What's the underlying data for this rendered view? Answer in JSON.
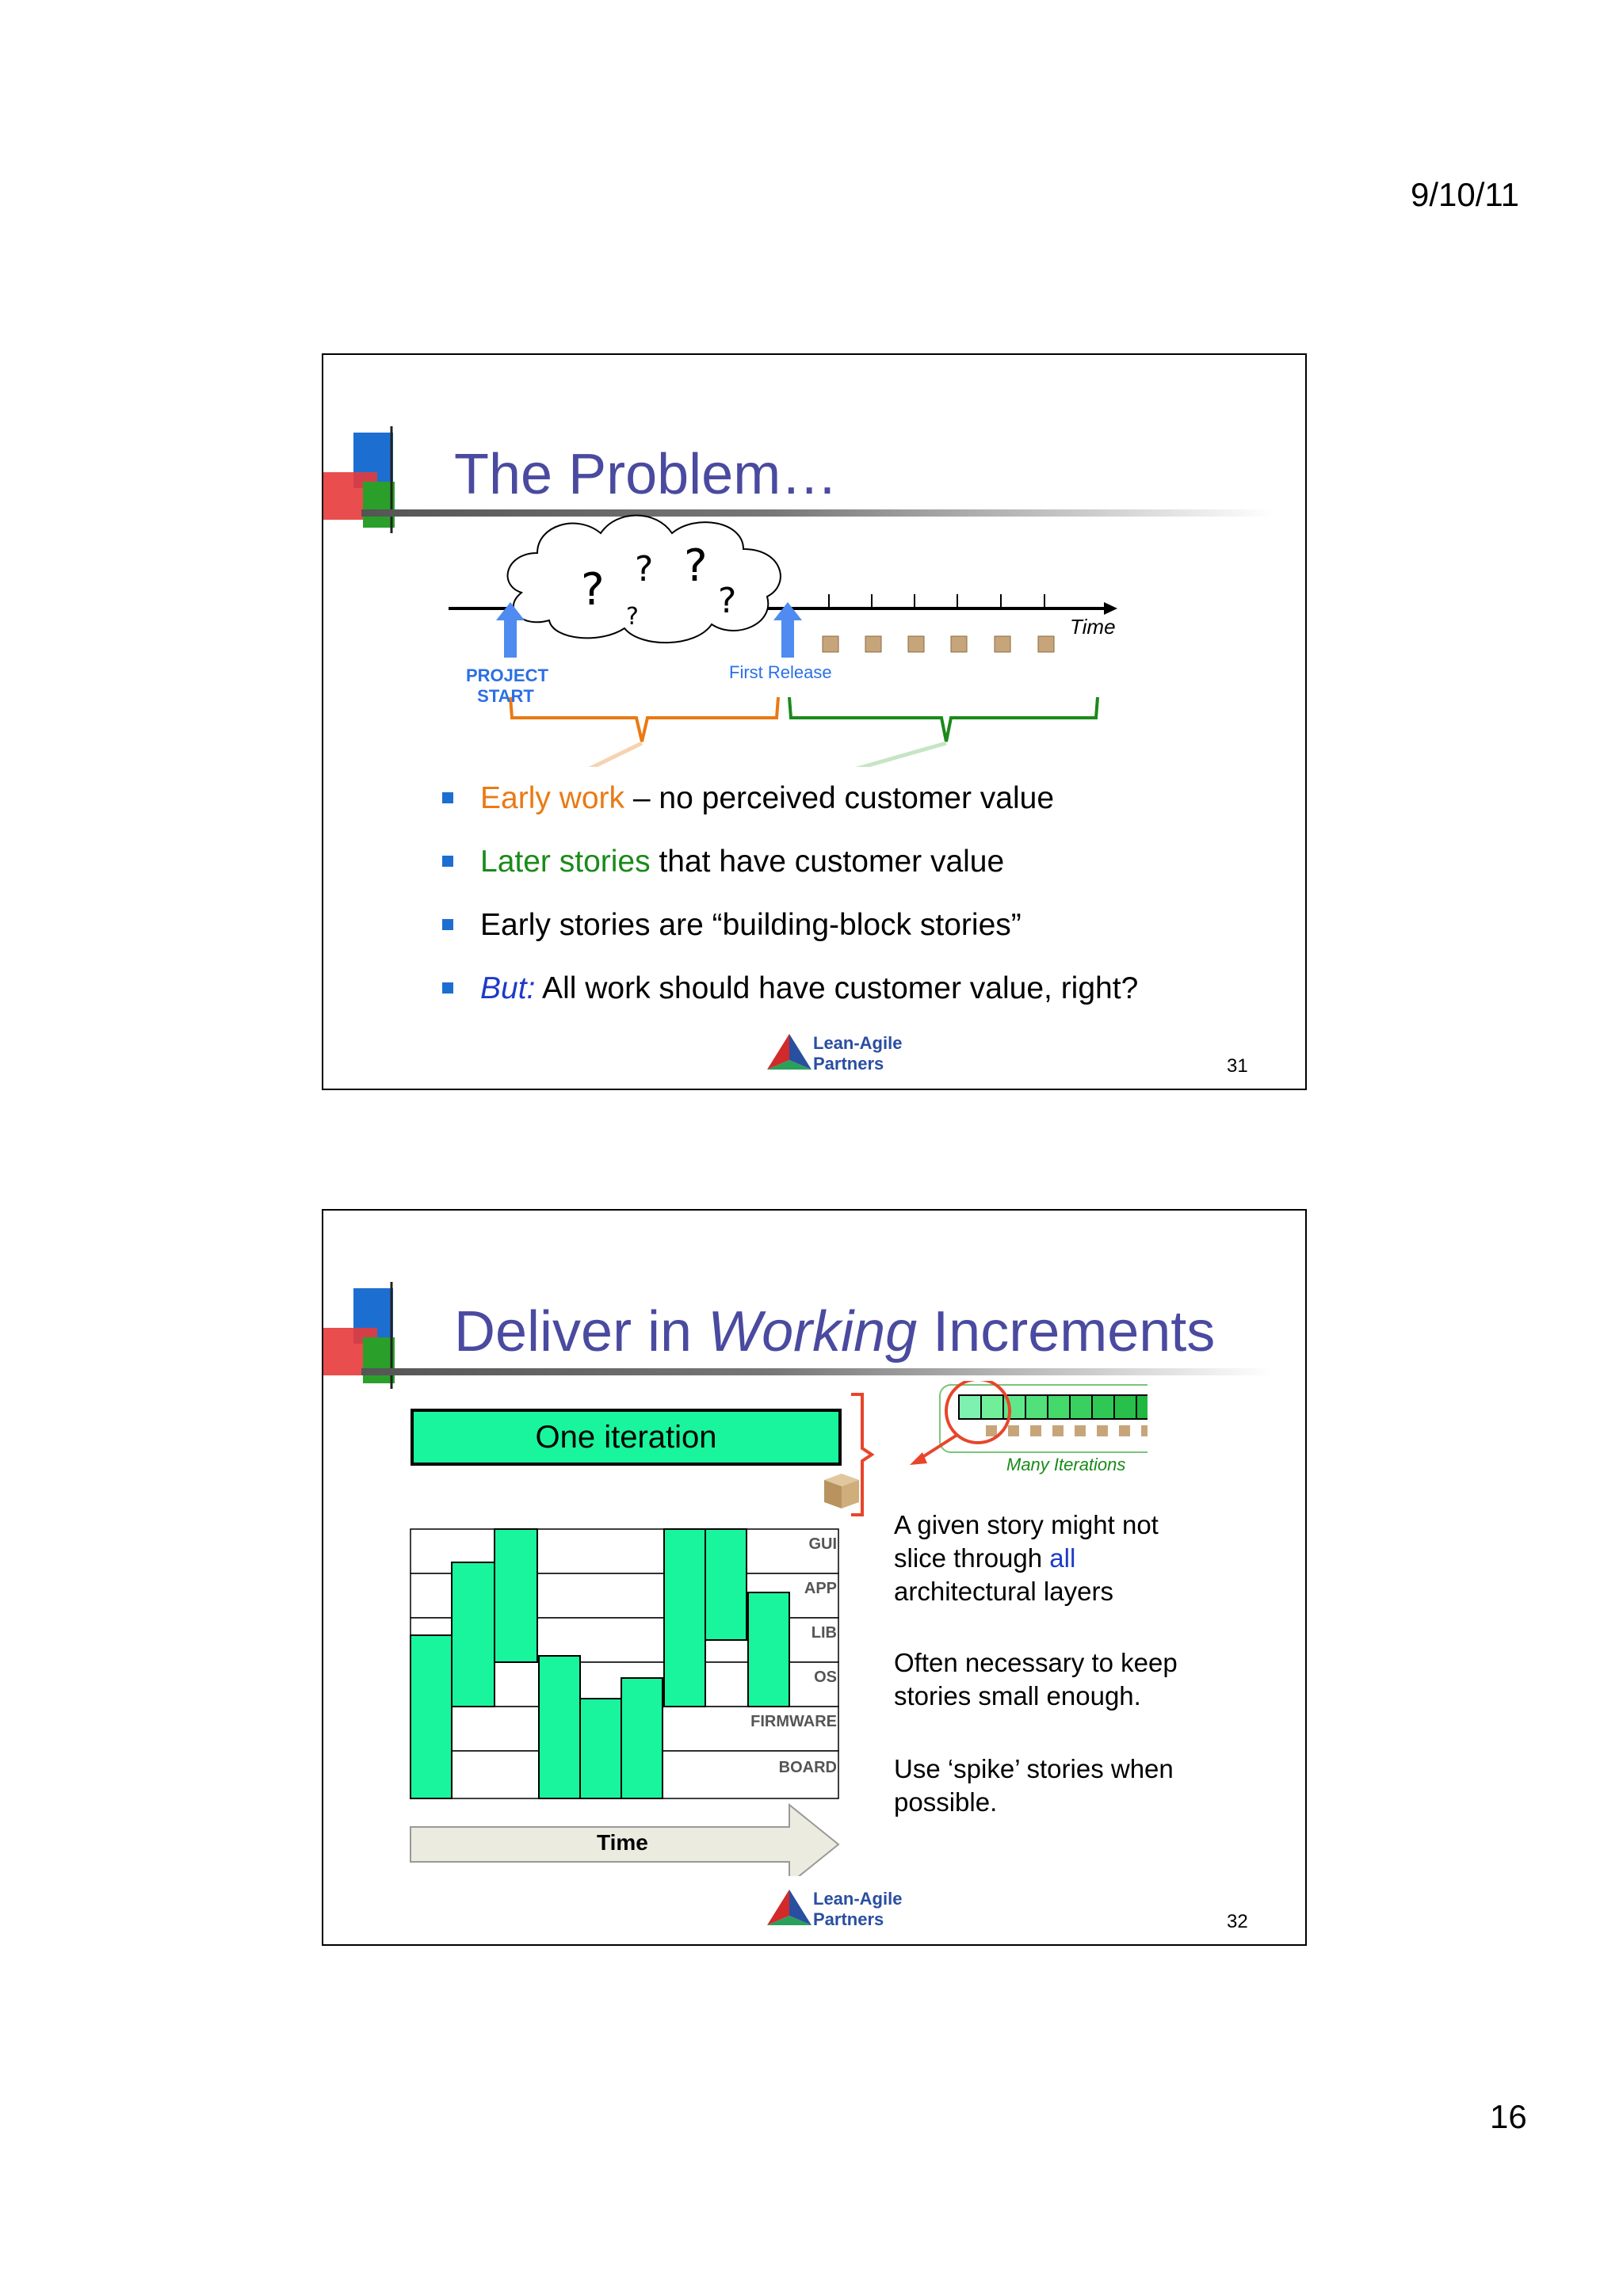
{
  "page": {
    "date": "9/10/11",
    "number": "16"
  },
  "logo": {
    "line1": "Lean-Agile",
    "line2": "Partners"
  },
  "slide1": {
    "title": "The Problem…",
    "number": "31",
    "timeline": {
      "start_label_1": "PROJECT",
      "start_label_2": "START",
      "release_label": "First Release",
      "time_label": "Time"
    },
    "bullets": {
      "b1_highlight": "Early work",
      "b1_rest": " – no perceived customer value",
      "b2_highlight": "Later stories",
      "b2_rest": " that have customer value",
      "b3": "Early stories are “building-block stories”",
      "b4_highlight": "But:",
      "b4_rest": " All work should have customer value, right?"
    }
  },
  "slide2": {
    "title_1": "Deliver in ",
    "title_2": "Working",
    "title_3": " Increments",
    "number": "32",
    "iteration_label": "One iteration",
    "many_iterations": "Many Iterations",
    "layers": [
      "GUI",
      "APP",
      "LIB",
      "OS",
      "FIRMWARE",
      "BOARD"
    ],
    "time_label": "Time",
    "text1_a": "A given story might not",
    "text1_b": "slice through ",
    "text1_all": "all",
    "text1_c": "architectural layers",
    "text2_a": "Often necessary to keep",
    "text2_b": "stories small enough.",
    "text3_a": "Use ‘spike’ stories when",
    "text3_b": "possible."
  },
  "colors": {
    "title": "#4a4aa0",
    "accent_green": "#19f59c",
    "orange": "#ea7a13",
    "green": "#1a8a1a",
    "blue": "#1d3ac9"
  }
}
